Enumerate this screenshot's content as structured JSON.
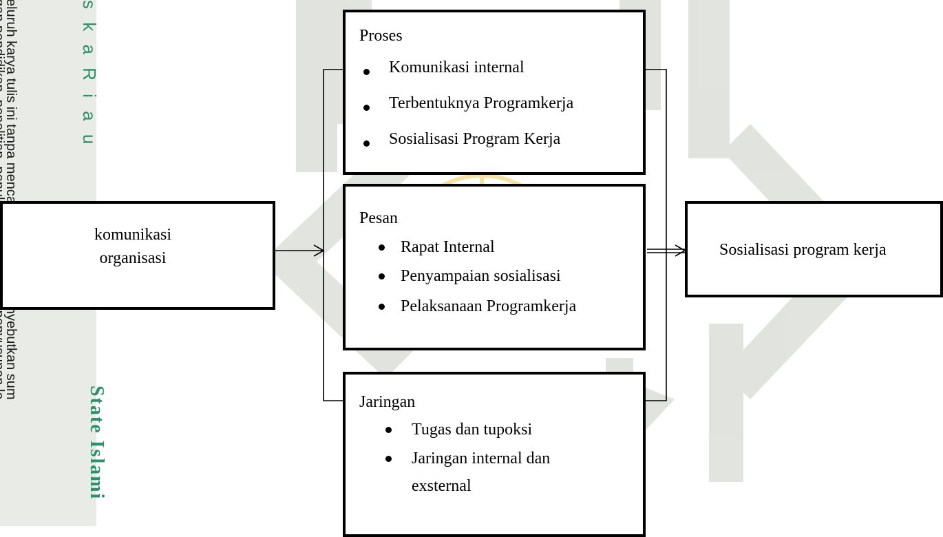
{
  "side_margin": {
    "text_black_1": "eluruh karya tulis ini tanpa mencantumkan dan menyebutkan sum",
    "text_black_2": "gan pendidikan, penelitian, penulisan karya ilmiah, penyusunan la",
    "text_green_top": "s k a   R i a u",
    "text_green_bottom": "State Islami"
  },
  "diagram": {
    "source": {
      "line1": "komunikasi",
      "line2": "organisasi"
    },
    "proses": {
      "title": "Proses",
      "items": [
        "Komunikasi internal",
        "Terbentuknya Programkerja",
        "Sosialisasi Program Kerja"
      ]
    },
    "pesan": {
      "title": "Pesan",
      "items": [
        "Rapat Internal",
        "Penyampaian sosialisasi",
        "Pelaksanaan Programkerja"
      ]
    },
    "jaringan": {
      "title": "Jaringan",
      "items": [
        "Tugas dan tupoksi",
        "Jaringan internal dan",
        "exsternal"
      ]
    },
    "target": {
      "label": "Sosialisasi program kerja"
    }
  },
  "colors": {
    "strip": "#e9ebe6",
    "watermark_green": "#d8dcd4",
    "watermark_gold": "#f4dc8a",
    "side_green": "#2f8f6a"
  }
}
